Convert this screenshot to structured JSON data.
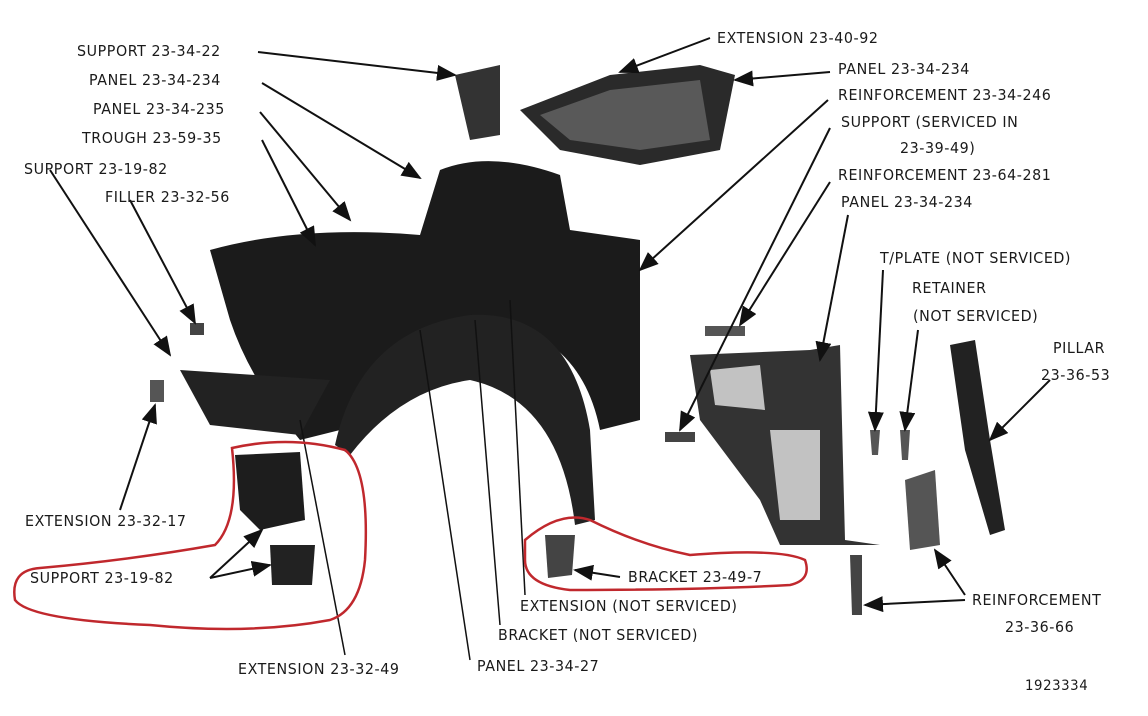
{
  "labels": {
    "support_23_34_22": "SUPPORT 23-34-22",
    "panel_23_34_234_a": "PANEL 23-34-234",
    "panel_23_34_235": "PANEL 23-34-235",
    "trough_23_59_35": "TROUGH 23-59-35",
    "support_23_19_82_top": "SUPPORT 23-19-82",
    "filler_23_32_56": "FILLER 23-32-56",
    "extension_23_40_92": "EXTENSION 23-40-92",
    "panel_23_34_234_b": "PANEL 23-34-234",
    "reinforcement_23_34_246": "REINFORCEMENT 23-34-246",
    "support_serviced_line1": "SUPPORT (SERVICED IN",
    "support_serviced_line2": "23-39-49)",
    "reinforcement_23_64_281": "REINFORCEMENT 23-64-281",
    "panel_23_34_234_c": "PANEL 23-34-234",
    "tplate": "T/PLATE (NOT SERVICED)",
    "retainer_line1": "RETAINER",
    "retainer_line2": "(NOT SERVICED)",
    "pillar_line1": "PILLAR",
    "pillar_line2": "23-36-53",
    "extension_23_32_17": "EXTENSION 23-32-17",
    "support_23_19_82_bottom": "SUPPORT 23-19-82",
    "bracket_23_49_7": "BRACKET 23-49-7",
    "extension_not_serviced": "EXTENSION (NOT SERVICED)",
    "bracket_not_serviced": "BRACKET (NOT SERVICED)",
    "reinforcement_line1": "REINFORCEMENT",
    "reinforcement_line2": "23-36-66",
    "extension_23_32_49": "EXTENSION 23-32-49",
    "panel_23_34_27": "PANEL 23-34-27",
    "figure_number": "1923334"
  },
  "colors": {
    "ink": "#111111",
    "highlight": "#c0282d"
  }
}
